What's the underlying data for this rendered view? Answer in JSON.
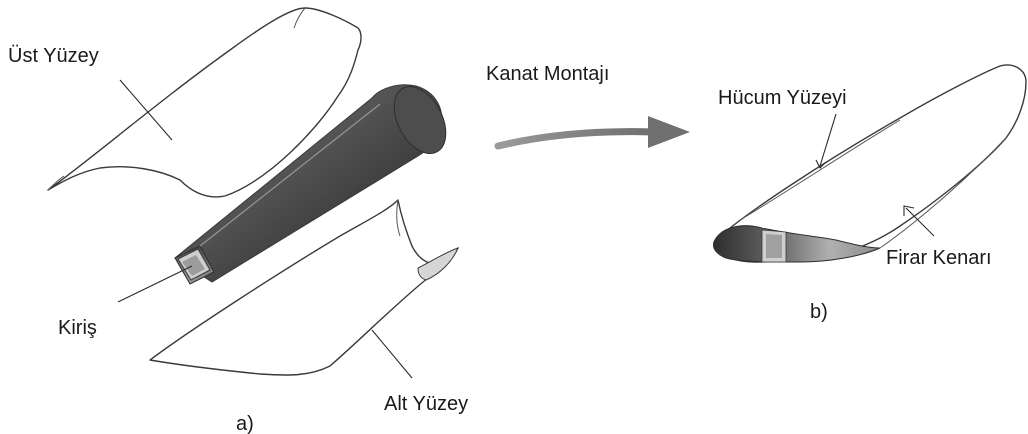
{
  "labels": {
    "ust_yuzey": "Üst Yüzey",
    "kiris": "Kiriş",
    "alt_yuzey": "Alt Yüzey",
    "part_a": "a)",
    "kanat_montaji": "Kanat Montajı",
    "hucum_yuzeyi": "Hücum Yüzeyi",
    "firar_kenari": "Firar Kenarı",
    "part_b": "b)"
  },
  "colors": {
    "outline": "#3a3a3a",
    "spar_dark": "#3c3c3c",
    "spar_light": "#8a8a8a",
    "arrow": "#7a7a7a",
    "text": "#1a1a1a"
  }
}
